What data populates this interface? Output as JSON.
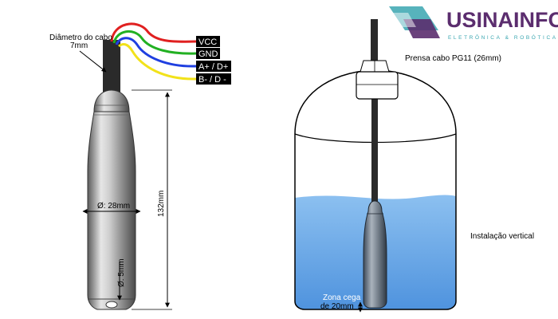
{
  "brand": {
    "name": "USINAINFO",
    "tagline": "ELETRÔNICA & ROBÓTICA",
    "colors": {
      "primary": "#5b2d6e",
      "accent": "#3aa6b0"
    }
  },
  "sensor": {
    "cable_diameter_label": "Diâmetro do cabo",
    "cable_diameter_value": "7mm",
    "width_label": "Ø: 28mm",
    "height_label": "132mm",
    "hole_label": "Ø: 5mm"
  },
  "wires": [
    {
      "label": "VCC",
      "color": "#e02020"
    },
    {
      "label": "GND",
      "color": "#22b022"
    },
    {
      "label": "A+ / D+",
      "color": "#1f3fe0"
    },
    {
      "label": "B- / D -",
      "color": "#f2e21a"
    }
  ],
  "installation": {
    "gland_label": "Prensa cabo PG11 (26mm)",
    "blind_zone_line1": "Zona cega",
    "blind_zone_line2": "de 20mm",
    "caption": "Instalação vertical",
    "water_color": "#5fa3e6"
  }
}
